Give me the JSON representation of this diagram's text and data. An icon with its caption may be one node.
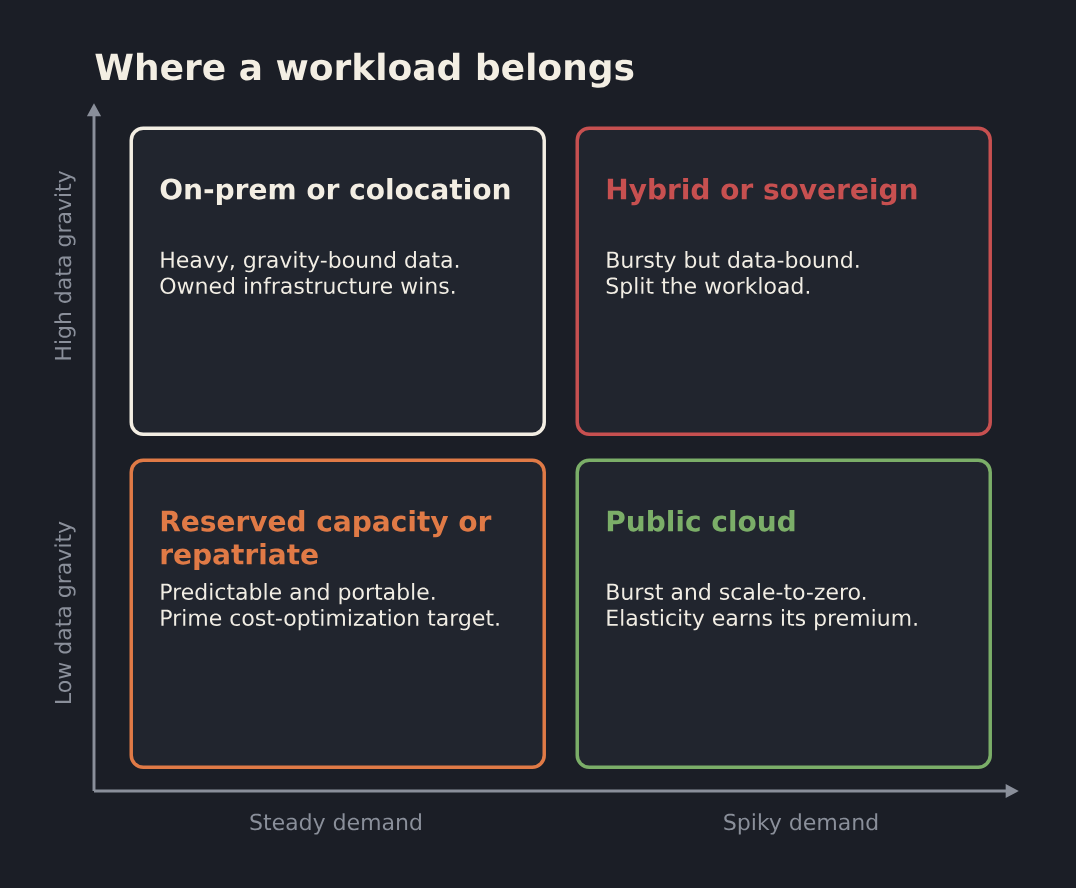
{
  "diagram": {
    "title": "Where a workload belongs",
    "nodes": [
      {
        "text": [
          "On-prem or colocation",
          "Heavy, gravity-bound data. Owned infrastructure wins."
        ]
      },
      {
        "text": [
          "Hybrid or sovereign",
          "Bursty but data-bound. Split the workload."
        ]
      },
      {
        "text": [
          "Reserved capacity or repatriate",
          "Predictable and portable. Prime cost-optimization target."
        ]
      },
      {
        "text": [
          "Public cloud",
          "Burst and scale-to-zero. Elasticity earns its premium."
        ]
      }
    ],
    "labels": [
      "High data gravity",
      "Low data gravity",
      "Steady demand",
      "Spiky demand"
    ]
  }
}
